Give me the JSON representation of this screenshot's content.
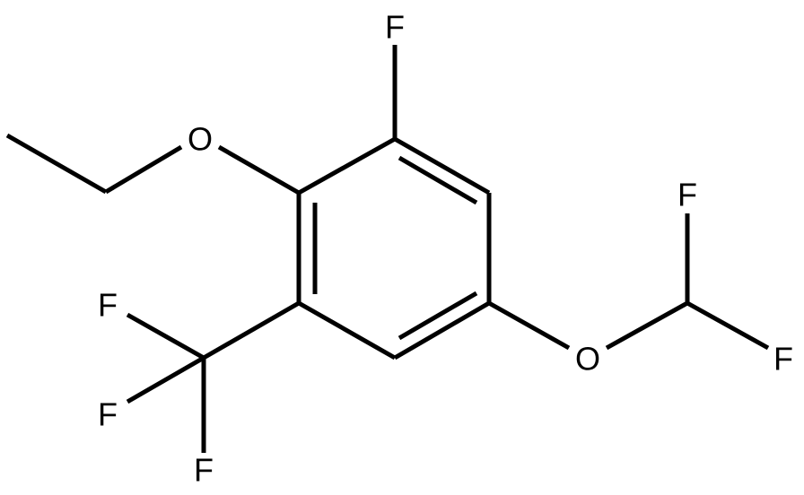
{
  "molecule": {
    "atoms": {
      "f_top": "F",
      "o_ethoxy": "O",
      "o_difluoromethoxy": "O",
      "f_chf2_top": "F",
      "f_chf2_right": "F",
      "f_cf3_a": "F",
      "f_cf3_b": "F",
      "f_cf3_c": "F"
    }
  },
  "colors": {
    "bond": "#000000",
    "label": "#000000",
    "background": "#ffffff"
  }
}
